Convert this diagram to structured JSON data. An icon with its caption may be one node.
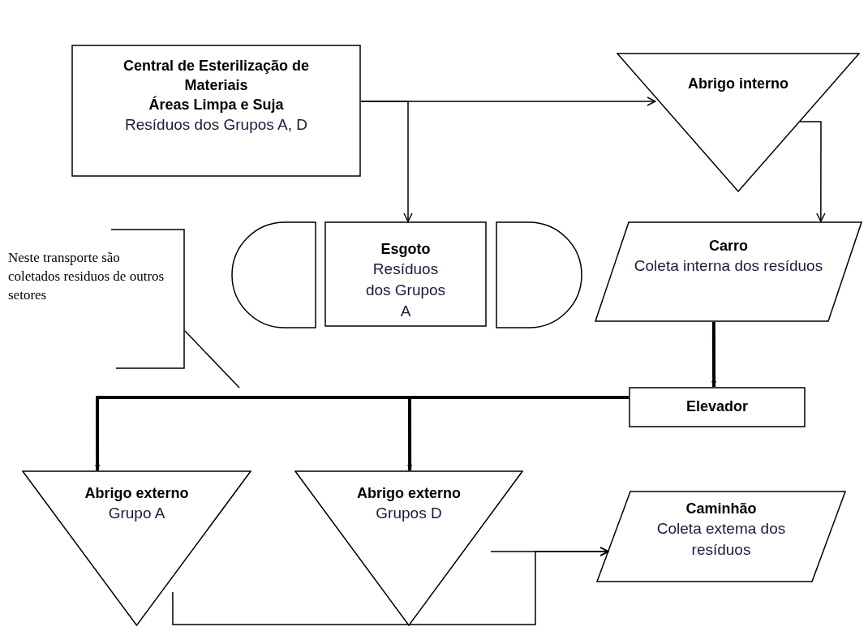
{
  "diagram": {
    "nodes": [
      {
        "text": [
          "Central de Esterilização de Materiais",
          "Áreas Limpa e Suja",
          "Resíduos dos Grupos A, D"
        ]
      },
      {
        "text": [
          "Abrigo interno"
        ]
      },
      {
        "text": [],
        "shape": "delay"
      },
      {
        "text": [
          "Esgoto",
          "Resíduos dos Grupos A"
        ]
      },
      {
        "text": [],
        "shape": "delay"
      },
      {
        "text": [
          "Carro",
          "Coleta interna dos resíduos"
        ]
      },
      {
        "text": [
          "Neste transporte são coletados residuos de outros setores"
        ]
      },
      {
        "text": [
          "Elevador"
        ]
      },
      {
        "text": [
          "Abrigo externo",
          "Grupo A"
        ]
      },
      {
        "text": [
          "Abrigo externo",
          "Grupos D"
        ]
      },
      {
        "text": [
          "Caminhão",
          "Coleta extema dos resíduos"
        ]
      }
    ],
    "edges": [
      {
        "from": 0,
        "to": 1,
        "arrow": "to"
      },
      {
        "from": 0,
        "to": 3,
        "arrow": "to"
      },
      {
        "from": 1,
        "to": 5,
        "arrow": "to"
      },
      {
        "from": 5,
        "to": 7,
        "arrow": "to",
        "style": "thick"
      },
      {
        "from": 7,
        "to": 8,
        "arrow": "to",
        "style": "thick"
      },
      {
        "from": 7,
        "to": 9,
        "arrow": "to",
        "style": "thick"
      },
      {
        "from": 8,
        "to": 10,
        "arrow": "to"
      },
      {
        "from": 9,
        "to": 10,
        "arrow": "to"
      },
      {
        "from": 6,
        "to": null,
        "arrow": "none"
      }
    ]
  }
}
